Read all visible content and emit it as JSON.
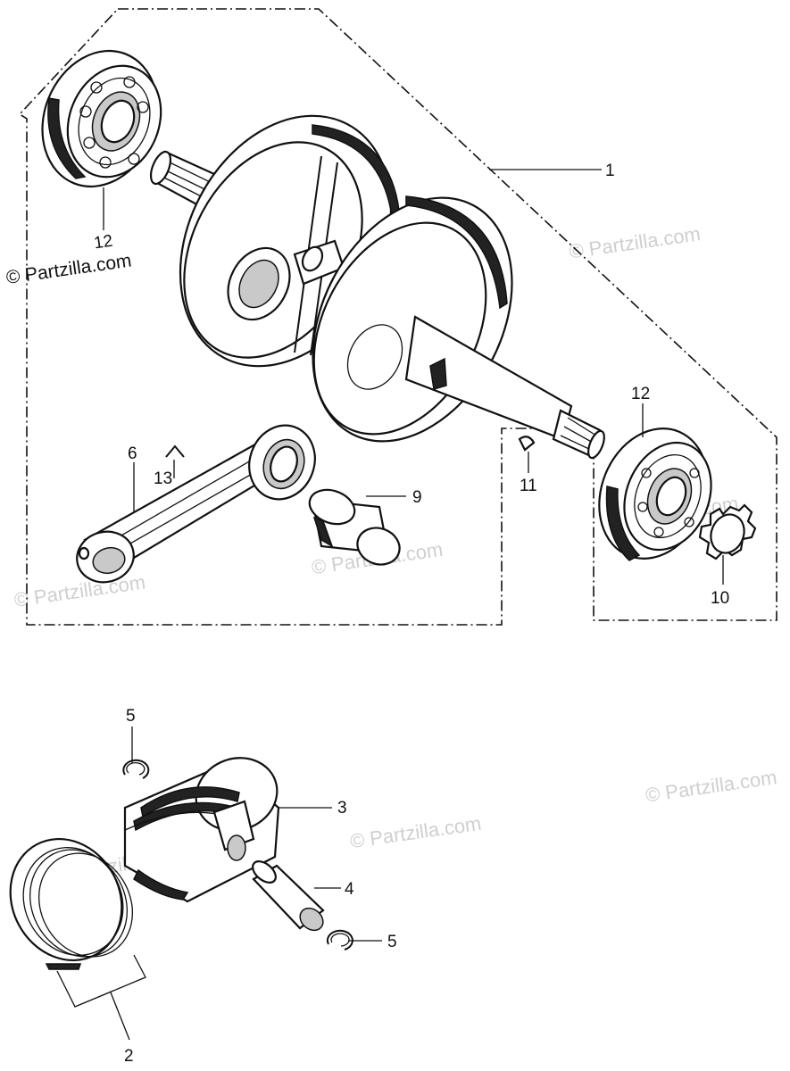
{
  "credit": "© Partzilla.com",
  "watermark": "© Partzilla.com",
  "callouts": {
    "c1": "1",
    "c2": "2",
    "c3": "3",
    "c4": "4",
    "c5a": "5",
    "c5b": "5",
    "c6": "6",
    "c9": "9",
    "c10": "10",
    "c11": "11",
    "c12a": "12",
    "c12b": "12",
    "c13": "13"
  },
  "icons": [
    "bearing",
    "crankshaft",
    "connecting-rod",
    "needle-bearing",
    "woodruff-key",
    "gear",
    "piston",
    "piston-pin",
    "circlip",
    "piston-rings"
  ]
}
